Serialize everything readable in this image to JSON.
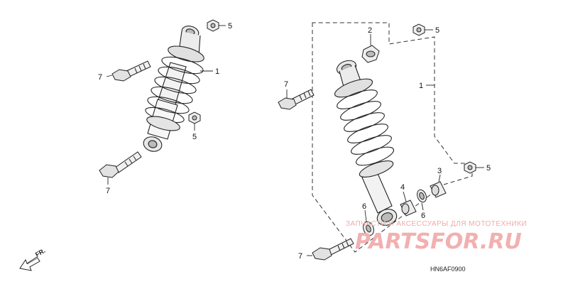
{
  "callouts": {
    "left_5_top": "5",
    "left_1": "1",
    "left_7_top": "7",
    "left_5_mid": "5",
    "left_7_bottom": "7",
    "right_2": "2",
    "right_5_top": "5",
    "right_7_mid": "7",
    "right_1": "1",
    "right_3": "3",
    "right_5_mid": "5",
    "right_4": "4",
    "right_6_left": "6",
    "right_6_right": "6",
    "right_7_bottom": "7"
  },
  "direction_label": "FR.",
  "diagram_code": "HN6AF0900",
  "watermark": {
    "tagline": "ЗАПЧАСТИ И АКСЕССУАРЫ ДЛЯ МОТОТЕХНИКИ",
    "logo": "PARTSFOR.RU"
  }
}
